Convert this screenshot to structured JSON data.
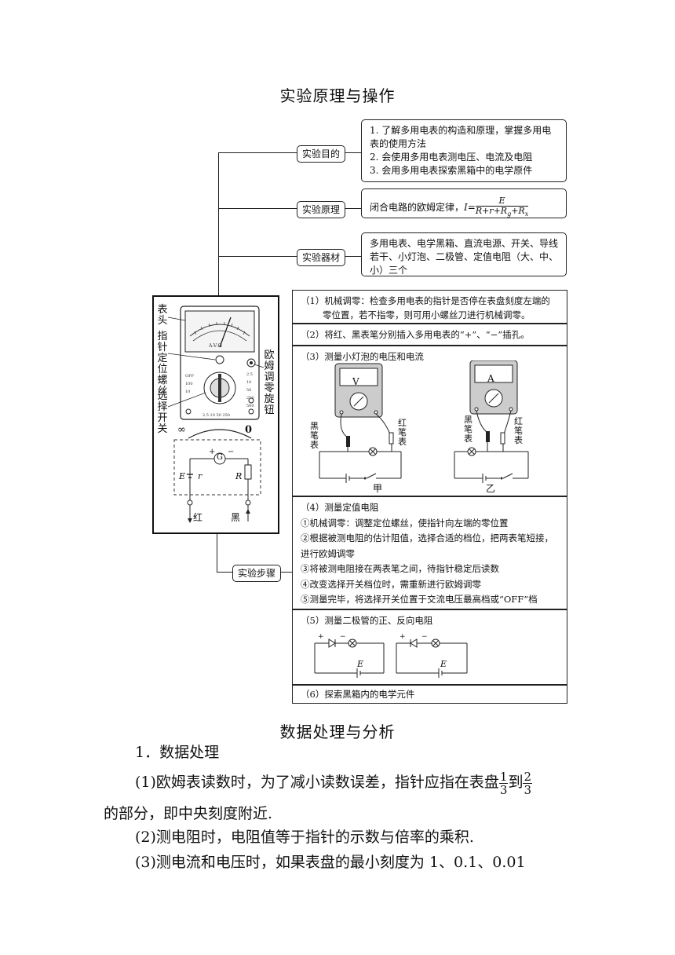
{
  "section1_title": "实验原理与操作",
  "labels": {
    "purpose": "实验目的",
    "principle": "实验原理",
    "equipment": "实验器材",
    "steps": "实验步骤"
  },
  "purpose_items": [
    "1. 了解多用电表的构造和原理，掌握多用电表的使用方法",
    "2. 会使用多用电表测电压、电流及电阻",
    "3. 会用多用电表探索黑箱中的电学原件"
  ],
  "principle_text": "闭合电路的欧姆定律，",
  "principle_formula": {
    "lhs": "I=",
    "num": "E",
    "den": "R+r+R"
  },
  "equipment_text": "多用电表、电学黑箱、直流电源、开关、导线若干、小灯泡、二极管、定值电阻（大、中、小）三个",
  "meter_labels": {
    "head": "表头",
    "pointer_screw": "指针定位螺丝",
    "selector": "选择开关",
    "ohm_knob": "欧姆调零旋钮",
    "infinity": "∞",
    "zero": "0",
    "red": "红",
    "black": "黑",
    "E_r": "E",
    "r": "r",
    "R": "R",
    "G": "G"
  },
  "steps": {
    "s1_a": "（1）机械调零：检查多用电表的指针是否停在表盘刻度左端的",
    "s1_b": "零位置，若不指零，则可用小螺丝刀进行机械调零。",
    "s2": "（2）将红、黑表笔分别插入多用电表的“+”、“−”插孔。",
    "s3": "（3）测量小灯泡的电压和电流",
    "s3_meter_v": "V",
    "s3_meter_a": "A",
    "s3_black": "黑笔表",
    "s3_red": "红笔表",
    "s3_left_caption": "甲",
    "s3_right_caption": "乙",
    "s4_title": "（4）测量定值电阻",
    "s4_items": [
      "①机械调零：调整定位螺丝，使指针向左端的零位置",
      "②根据被测电阻的估计阻值，选择合适的档位，把两表笔短接，",
      "进行欧姆调零",
      "③将被测电阻接在两表笔之间，待指针稳定后读数",
      "④改变选择开关档位时，需重新进行欧姆调零",
      "⑤测量完毕，将选择开关位置于交流电压最高档或“OFF”档"
    ],
    "s5": "（5）测量二极管的正、反向电阻",
    "s5_E": "E",
    "s6": "（6）探索黑箱内的电学元件"
  },
  "section2_title": "数据处理与分析",
  "body": {
    "heading": "1．数据处理",
    "p1_a": "(1)欧姆表读数时，为了减小读数误差，指针应指在表盘",
    "p1_frac1_num": "1",
    "p1_frac1_den": "3",
    "p1_mid": "到",
    "p1_frac2_num": "2",
    "p1_frac2_den": "3",
    "p1_b": "的部分，即中央刻度附近.",
    "p2": "(2)测电阻时，电阻值等于指针的示数与倍率的乘积.",
    "p3": "(3)测电流和电压时，如果表盘的最小刻度为 1、0.1、0.01"
  }
}
